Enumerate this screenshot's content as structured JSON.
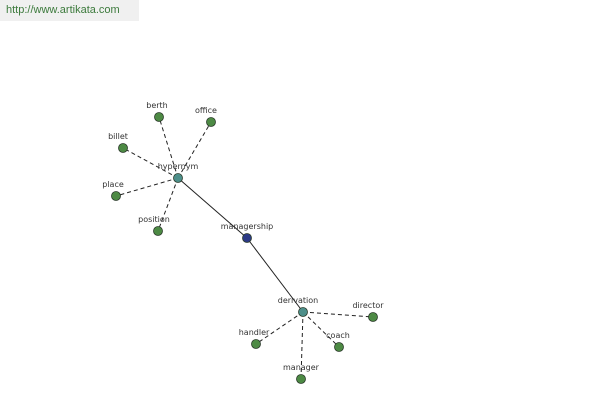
{
  "header": {
    "url_text": "http://www.artikata.com"
  },
  "colors": {
    "url_text": "#3c7a3c",
    "edge": "#222222",
    "node_outline": "#2a3a2a",
    "leaf_node": "#4d8a44",
    "relation_node": "#4d8f8a",
    "root_node": "#2c3a86",
    "label": "#333333"
  },
  "graph": {
    "root": {
      "id": "managership",
      "label": "managership",
      "kind": "root"
    },
    "nodes": [
      {
        "id": "hypernym",
        "label": "hypernym",
        "kind": "relation"
      },
      {
        "id": "derivation",
        "label": "derivation",
        "kind": "relation"
      },
      {
        "id": "berth",
        "label": "berth",
        "kind": "leaf"
      },
      {
        "id": "office",
        "label": "office",
        "kind": "leaf"
      },
      {
        "id": "billet",
        "label": "billet",
        "kind": "leaf"
      },
      {
        "id": "place",
        "label": "place",
        "kind": "leaf"
      },
      {
        "id": "position",
        "label": "position",
        "kind": "leaf"
      },
      {
        "id": "director",
        "label": "director",
        "kind": "leaf"
      },
      {
        "id": "handler",
        "label": "handler",
        "kind": "leaf"
      },
      {
        "id": "coach",
        "label": "coach",
        "kind": "leaf"
      },
      {
        "id": "manager",
        "label": "manager",
        "kind": "leaf"
      }
    ],
    "edges": [
      {
        "from": "managership",
        "to": "hypernym",
        "style": "solid"
      },
      {
        "from": "managership",
        "to": "derivation",
        "style": "solid"
      },
      {
        "from": "hypernym",
        "to": "berth",
        "style": "dashed"
      },
      {
        "from": "hypernym",
        "to": "office",
        "style": "dashed"
      },
      {
        "from": "hypernym",
        "to": "billet",
        "style": "dashed"
      },
      {
        "from": "hypernym",
        "to": "place",
        "style": "dashed"
      },
      {
        "from": "hypernym",
        "to": "position",
        "style": "dashed"
      },
      {
        "from": "derivation",
        "to": "director",
        "style": "dashed"
      },
      {
        "from": "derivation",
        "to": "handler",
        "style": "dashed"
      },
      {
        "from": "derivation",
        "to": "coach",
        "style": "dashed"
      },
      {
        "from": "derivation",
        "to": "manager",
        "style": "dashed"
      }
    ]
  }
}
